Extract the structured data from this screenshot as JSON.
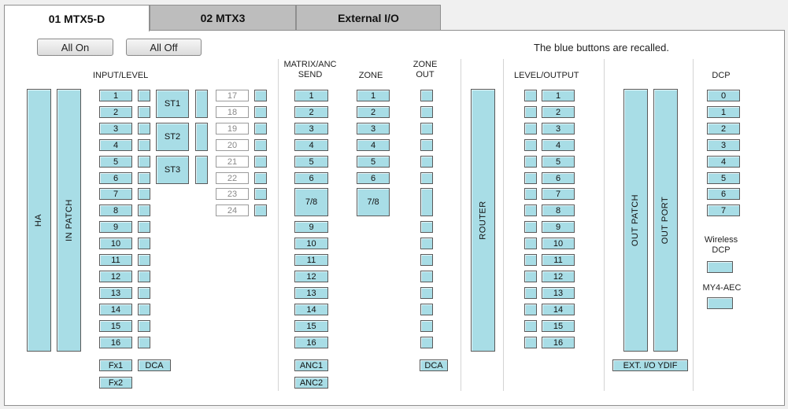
{
  "tabs": [
    {
      "label": "01 MTX5-D",
      "active": true
    },
    {
      "label": "02 MTX3",
      "active": false
    },
    {
      "label": "External I/O",
      "active": false
    }
  ],
  "toolbar": {
    "all_on": "All On",
    "all_off": "All Off"
  },
  "note": "The blue buttons are recalled.",
  "colors": {
    "recalled": "#a8dde6",
    "not_recalled": "#ffffff",
    "tab_inactive": "#bdbdbd"
  },
  "sections": {
    "input_level": "INPUT/LEVEL",
    "matrix_send": "MATRIX/ANC\nSEND",
    "zone": "ZONE",
    "zone_out": "ZONE\nOUT",
    "level_output": "LEVEL/OUTPUT",
    "dcp": "DCP"
  },
  "blocks": {
    "ha": "HA",
    "in_patch": "IN PATCH",
    "router": "ROUTER",
    "out_patch": "OUT PATCH",
    "out_port": "OUT PORT"
  },
  "inputs": [
    "1",
    "2",
    "3",
    "4",
    "5",
    "6",
    "7",
    "8",
    "9",
    "10",
    "11",
    "12",
    "13",
    "14",
    "15",
    "16"
  ],
  "stereo": [
    "ST1",
    "ST2",
    "ST3"
  ],
  "inputs_off": [
    "17",
    "18",
    "19",
    "20",
    "21",
    "22",
    "23",
    "24"
  ],
  "input_extra": {
    "fx1": "Fx1",
    "fx2": "Fx2",
    "dca": "DCA"
  },
  "matrix": [
    "1",
    "2",
    "3",
    "4",
    "5",
    "6",
    "7/8",
    "9",
    "10",
    "11",
    "12",
    "13",
    "14",
    "15",
    "16"
  ],
  "matrix_extra": {
    "anc1": "ANC1",
    "anc2": "ANC2"
  },
  "zones": [
    "1",
    "2",
    "3",
    "4",
    "5",
    "6",
    "7/8"
  ],
  "zone_out_dca": "DCA",
  "outputs": [
    "1",
    "2",
    "3",
    "4",
    "5",
    "6",
    "7",
    "8",
    "9",
    "10",
    "11",
    "12",
    "13",
    "14",
    "15",
    "16"
  ],
  "ext_io": "EXT. I/O YDIF",
  "dcp_buttons": [
    "0",
    "1",
    "2",
    "3",
    "4",
    "5",
    "6",
    "7"
  ],
  "wireless_dcp": "Wireless\nDCP",
  "my4_aec": "MY4-AEC"
}
